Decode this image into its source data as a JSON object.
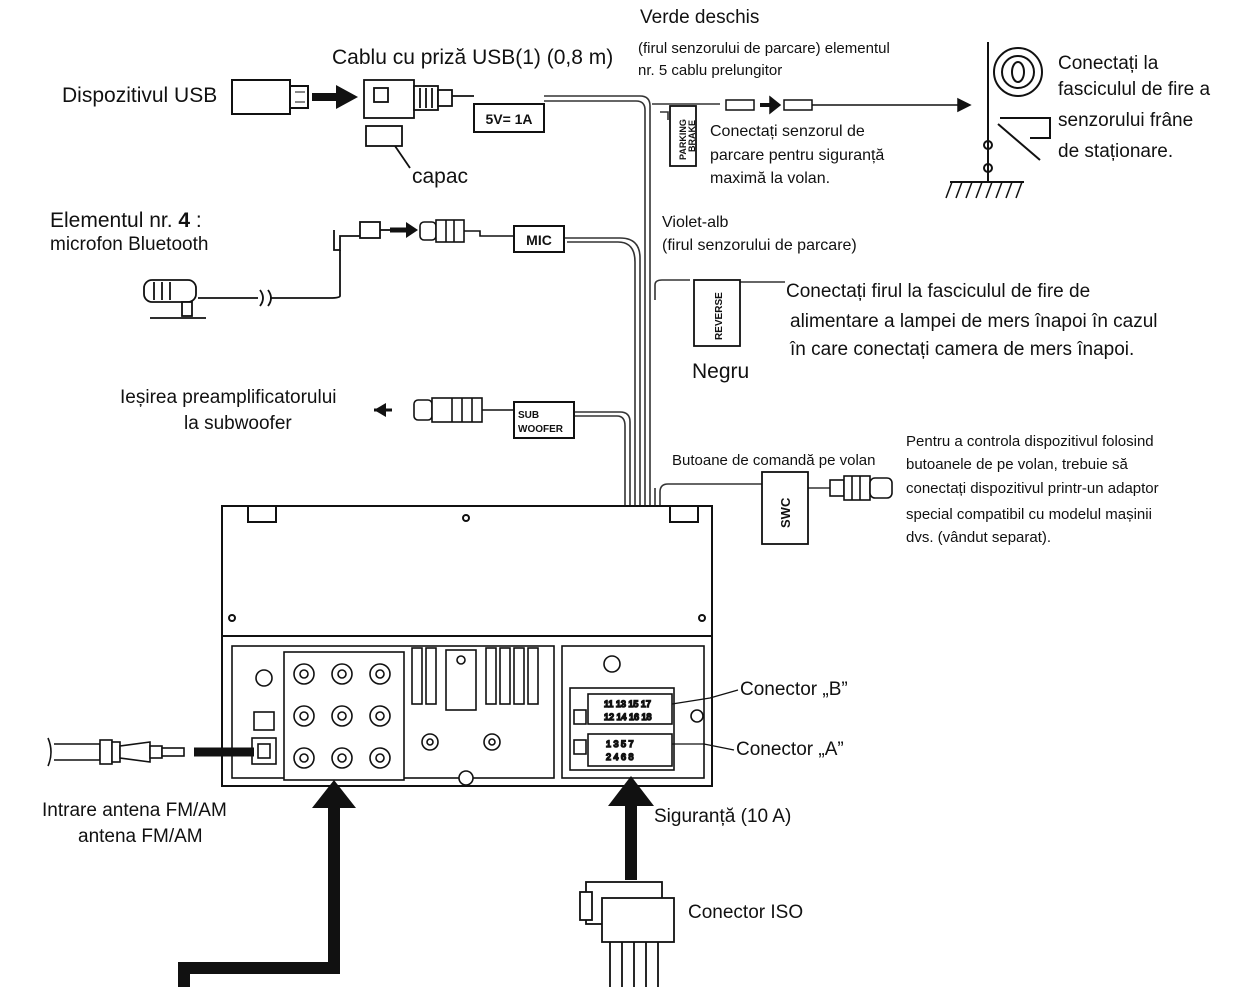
{
  "usb": {
    "device_label": "Dispozitivul USB",
    "cable_label": "Cablu cu priză USB(1) (0,8 m)",
    "box_label": "5V= 1A",
    "cap_label": "capac"
  },
  "parking": {
    "wire_title": "Verde deschis",
    "wire_desc_1": "(firul senzorului de parcare) elementul",
    "wire_desc_2": "nr. 5 cablu prelungitor",
    "tag_label_1": "PARKING",
    "tag_label_2": "BRAKE",
    "note_1": "Conectați senzorul de",
    "note_2": "parcare pentru siguranță",
    "note_3": "maximă la volan.",
    "brake_1": "Conectați  la",
    "brake_2": "fasciculul de fire a",
    "brake_3": "senzorului    frâne",
    "brake_4": "de staționare."
  },
  "mic": {
    "title_pre": "Elementul nr. ",
    "title_num": "4",
    "title_post": " :",
    "subtitle": "microfon Bluetooth",
    "box_label": "MIC"
  },
  "reverse": {
    "wire_1": "Violet-alb",
    "wire_2": "(firul senzorului de parcare)",
    "tag_label": "REVERSE",
    "note_1": "Conectați firul la fasciculul de fire de",
    "note_2": "alimentare a lampei de mers înapoi în cazul",
    "note_3": "în care conectați camera de mers înapoi.",
    "color_label": "Negru"
  },
  "subwoofer": {
    "label_1": "Ieșirea preamplificatorului",
    "label_2": "la subwoofer",
    "box_label_1": "SUB",
    "box_label_2": "WOOFER"
  },
  "swc": {
    "label": "Butoane de comandă pe volan",
    "box_label": "SWC",
    "note_1": "Pentru a controla dispozitivul folosind",
    "note_2": "butoanele de pe volan, trebuie să",
    "note_3": "conectați dispozitivul printr-un adaptor",
    "note_4": "special compatibil cu modelul mașinii",
    "note_5": "dvs. (vândut separat)."
  },
  "connectors": {
    "b_label": "Conector „B”",
    "a_label": "Conector „A”",
    "fuse_label": "Siguranță (10 A)",
    "iso_label": "Conector ISO",
    "b_pins_top": "11 13 15 17",
    "b_pins_bot": "12 14 16 18",
    "a_pins_top": "1  3  5  7",
    "a_pins_bot": "2  4  6  8"
  },
  "antenna": {
    "label_1": "Intrare antena FM/AM",
    "label_2": "antena FM/AM"
  },
  "colors": {
    "line": "#222222",
    "background": "#ffffff"
  }
}
